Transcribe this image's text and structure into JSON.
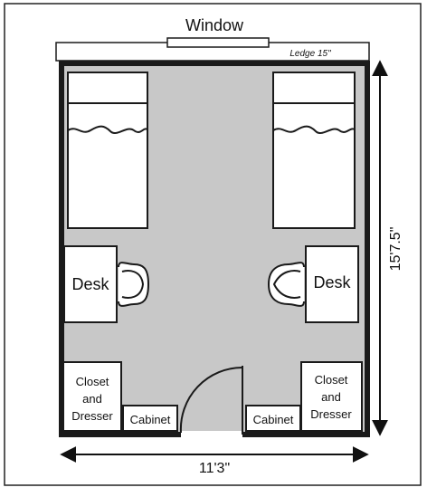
{
  "labels": {
    "window": "Window",
    "ledge": "Ledge 15\"",
    "desk_left": "Desk",
    "desk_right": "Desk",
    "closet_left": [
      "Closet",
      "and",
      "Dresser"
    ],
    "closet_right": [
      "Closet",
      "and",
      "Dresser"
    ],
    "cabinet_left": "Cabinet",
    "cabinet_right": "Cabinet",
    "width_dimension": "11'3\"",
    "length_dimension": "15'7.5\""
  },
  "colors": {
    "floor": "#c8c8c8",
    "walls": "#1a1a1a",
    "furniture": "#ffffff"
  }
}
